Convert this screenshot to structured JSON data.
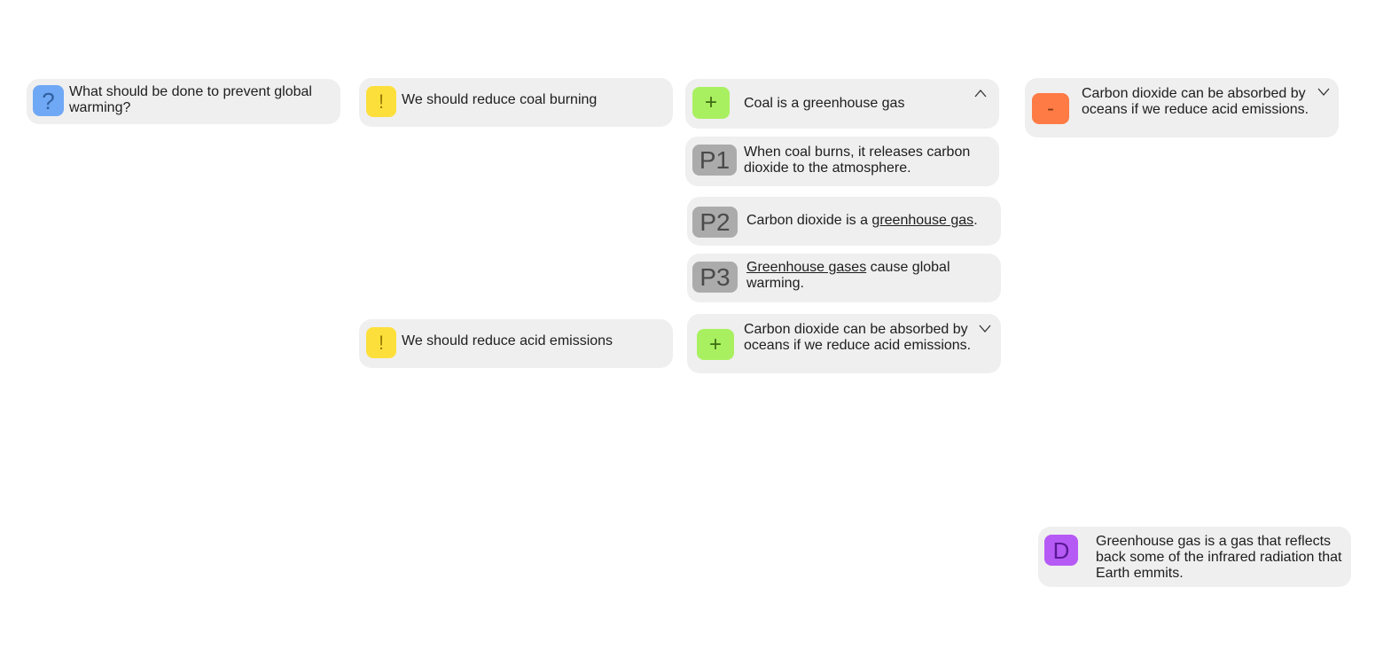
{
  "colors": {
    "question": "#6fa8f5",
    "idea": "#fddf3c",
    "pro": "#a9f061",
    "con": "#ff7b45",
    "premise": "#ababab",
    "definition": "#b65af5",
    "card_bg": "#efefef"
  },
  "question": {
    "badge": "?",
    "text": "What should be done to prevent global warming?"
  },
  "ideas": [
    {
      "badge": "!",
      "text": "We should reduce coal burning"
    },
    {
      "badge": "!",
      "text": "We should reduce acid emissions"
    }
  ],
  "pro_coal": {
    "badge": "+",
    "text": "Coal is a greenhouse gas",
    "toggle_icon": "chevron-up-icon"
  },
  "premises": [
    {
      "badge": "P1",
      "text": "When coal burns, it releases carbon dioxide to the atmosphere."
    },
    {
      "badge": "P2",
      "text_before": "Carbon dioxide is a ",
      "link": "greenhouse gas",
      "text_after": "."
    },
    {
      "badge": "P3",
      "link": "Greenhouse gases",
      "text_after": " cause global warming."
    }
  ],
  "pro_acid": {
    "badge": "+",
    "text": "Carbon dioxide can be absorbed by oceans if we reduce acid emissions.",
    "toggle_icon": "chevron-down-icon"
  },
  "con": {
    "badge": "-",
    "text": "Carbon dioxide can be absorbed by oceans if we reduce acid emissions.",
    "toggle_icon": "chevron-down-icon"
  },
  "definition": {
    "badge": "D",
    "text": "Greenhouse gas is a gas that reflects back some of the infrared radiation that Earth emmits."
  }
}
